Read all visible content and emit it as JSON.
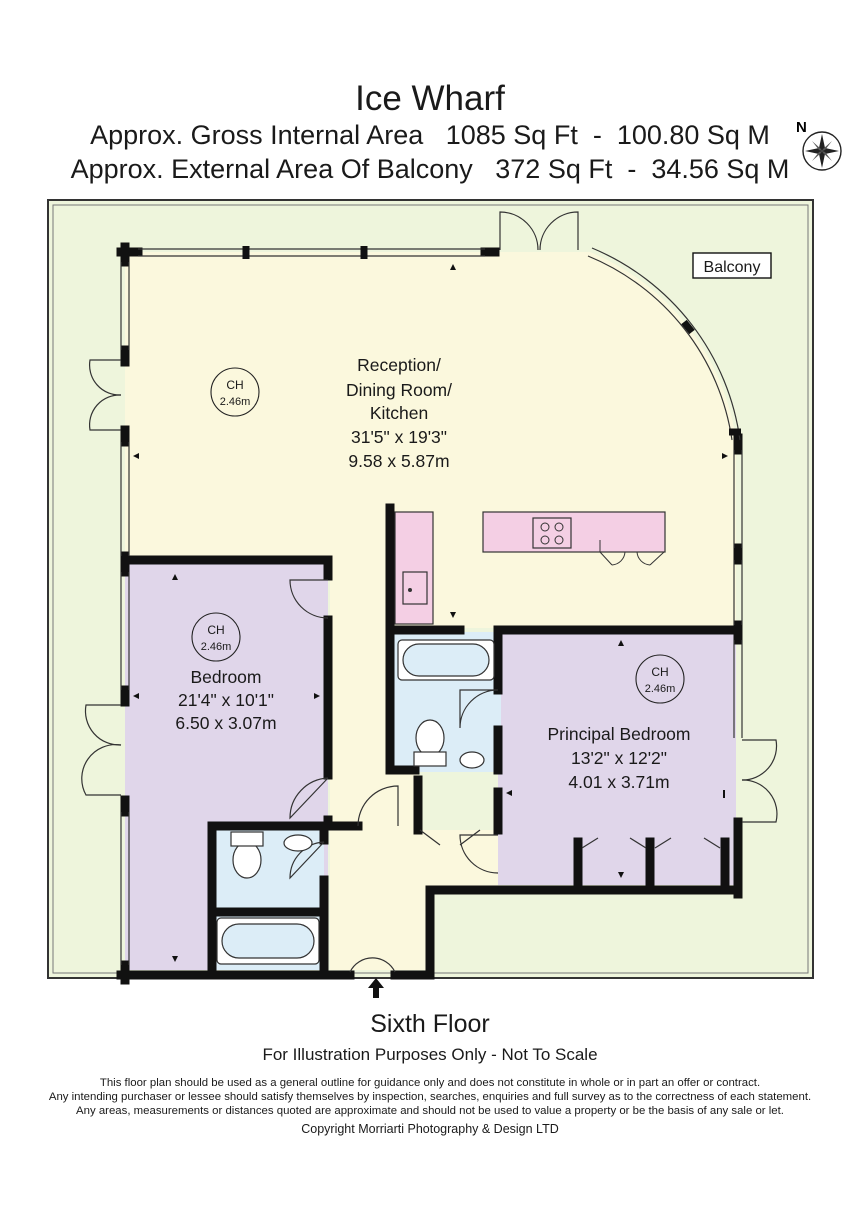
{
  "header": {
    "title": "Ice Wharf",
    "gross_internal_area": "Approx. Gross Internal Area   1085 Sq Ft  -  100.80 Sq M",
    "external_area": "Approx. External Area Of Balcony   372 Sq Ft  -  34.56 Sq M"
  },
  "compass": {
    "label": "N"
  },
  "rooms": {
    "balcony": {
      "label": "Balcony"
    },
    "reception": {
      "line1": "Reception/",
      "line2": "Dining Room/",
      "line3": "Kitchen",
      "imperial": "31'5\" x 19'3\"",
      "metric": "9.58 x 5.87m",
      "ceiling_label": "CH",
      "ceiling_height": "2.46m"
    },
    "bedroom": {
      "name": "Bedroom",
      "imperial": "21'4\" x 10'1\"",
      "metric": "6.50 x 3.07m",
      "ceiling_label": "CH",
      "ceiling_height": "2.46m"
    },
    "principal_bedroom": {
      "name": "Principal Bedroom",
      "imperial": "13'2\" x 12'2\"",
      "metric": "4.01 x 3.71m",
      "ceiling_label": "CH",
      "ceiling_height": "2.46m"
    }
  },
  "footer": {
    "floor": "Sixth Floor",
    "illustration": "For Illustration Purposes Only - Not To Scale",
    "disclaimer_1": "This floor plan should be used as a general outline for guidance only and does not constitute in whole or in part an offer or contract.",
    "disclaimer_2": "Any intending purchaser or lessee should satisfy themselves by inspection, searches, enquiries and full survey as to the correctness of each statement.",
    "disclaimer_3": "Any areas, measurements or distances quoted are approximate and should not be used to value a property or be the basis of any sale or let.",
    "copyright": "Copyright Morriarti Photography & Design LTD"
  },
  "colors": {
    "balcony": "#eef5dc",
    "reception": "#fbf8dd",
    "bedroom": "#e0d6ea",
    "bathroom": "#dcedf7",
    "kitchen_units": "#f4cfe4",
    "hall": "#fbf8dd",
    "wall": "#111111"
  }
}
